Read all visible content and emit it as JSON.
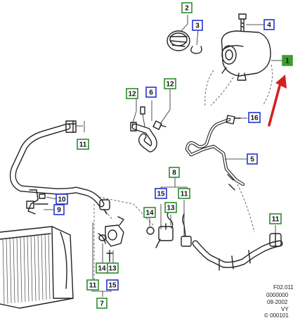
{
  "colors": {
    "callout_green": "#2e8b2e",
    "callout_blue": "#2233cc",
    "callout_fill": "#ffffff",
    "solid_green": "#3aa02e",
    "arrow_red": "#d42020",
    "line": "#222222"
  },
  "callouts": [
    {
      "id": "c1",
      "label": "1",
      "style": "solid-green"
    },
    {
      "id": "c2",
      "label": "2",
      "style": "green"
    },
    {
      "id": "c3",
      "label": "3",
      "style": "blue"
    },
    {
      "id": "c4",
      "label": "4",
      "style": "blue"
    },
    {
      "id": "c5",
      "label": "5",
      "style": "blue"
    },
    {
      "id": "c6",
      "label": "6",
      "style": "blue"
    },
    {
      "id": "c7",
      "label": "7",
      "style": "green"
    },
    {
      "id": "c8",
      "label": "8",
      "style": "green"
    },
    {
      "id": "c9",
      "label": "9",
      "style": "blue"
    },
    {
      "id": "c10",
      "label": "10",
      "style": "blue"
    },
    {
      "id": "c11a",
      "label": "11",
      "style": "green"
    },
    {
      "id": "c11b",
      "label": "11",
      "style": "green"
    },
    {
      "id": "c11c",
      "label": "11",
      "style": "green"
    },
    {
      "id": "c11d",
      "label": "11",
      "style": "green"
    },
    {
      "id": "c12a",
      "label": "12",
      "style": "green"
    },
    {
      "id": "c12b",
      "label": "12",
      "style": "green"
    },
    {
      "id": "c13a",
      "label": "13",
      "style": "green"
    },
    {
      "id": "c13b",
      "label": "13",
      "style": "green"
    },
    {
      "id": "c14a",
      "label": "14",
      "style": "green"
    },
    {
      "id": "c14b",
      "label": "14",
      "style": "green"
    },
    {
      "id": "c15a",
      "label": "15",
      "style": "blue"
    },
    {
      "id": "c15b",
      "label": "15",
      "style": "blue"
    },
    {
      "id": "c16",
      "label": "16",
      "style": "blue"
    }
  ],
  "footer": {
    "code": "F02.011",
    "number": "0000000",
    "date": "08-2002",
    "suffix": "VY",
    "cut": "© 000101"
  }
}
